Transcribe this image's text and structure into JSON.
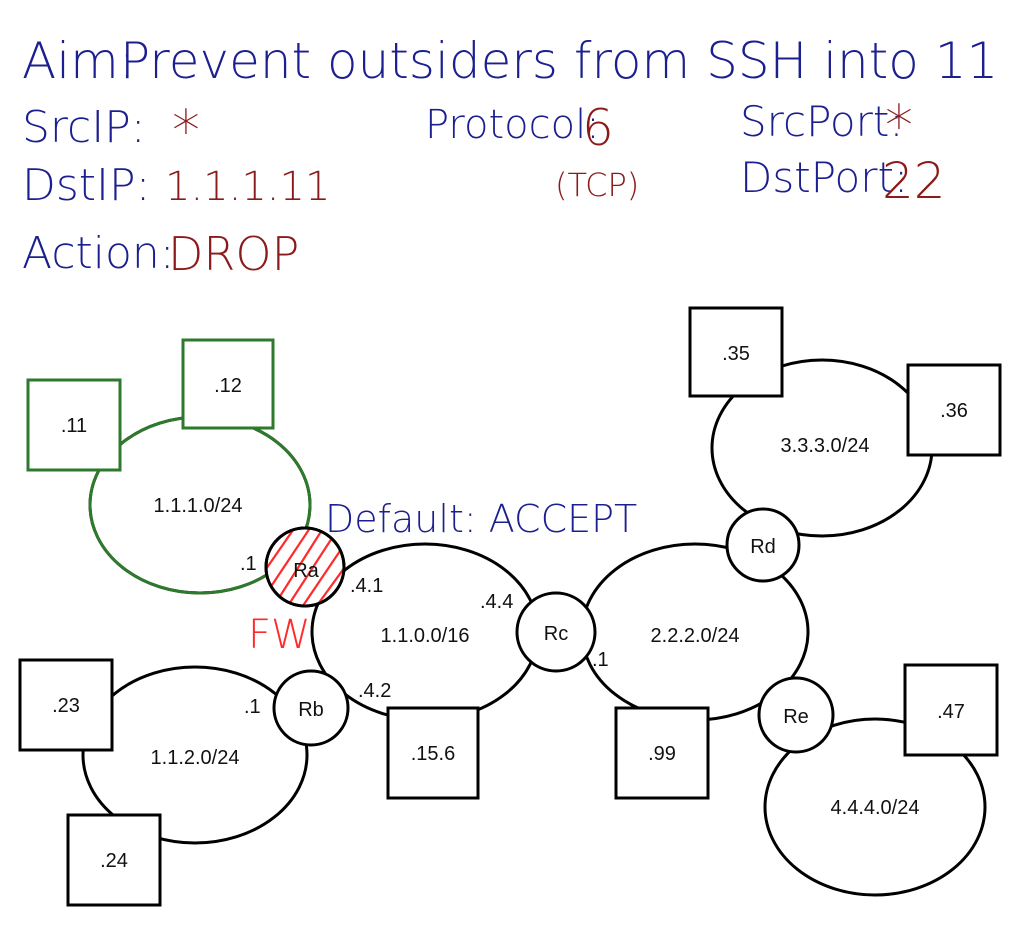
{
  "rule": {
    "aim_label": "Aim:",
    "aim_text": "Prevent outsiders from SSH into 11",
    "src_ip_label": "SrcIP:",
    "src_ip_value": "*",
    "protocol_label": "Protocol:",
    "protocol_value": "6",
    "protocol_note": "(TCP)",
    "src_port_label": "SrcPort:",
    "src_port_value": "*",
    "dst_ip_label": "DstIP:",
    "dst_ip_value": "1.1.1.11",
    "dst_port_label": "DstPort:",
    "dst_port_value": "22",
    "action_label": "Action:",
    "action_value": "DROP"
  },
  "firewall": {
    "default_label": "Default: ACCEPT",
    "fw_label": "FW"
  },
  "networks": {
    "net_1_1_1": "1.1.1.0/24",
    "net_1_1_0": "1.1.0.0/16",
    "net_1_1_2": "1.1.2.0/24",
    "net_2_2_2": "2.2.2.0/24",
    "net_3_3_3": "3.3.3.0/24",
    "net_4_4_4": "4.4.4.0/24"
  },
  "routers": {
    "ra": "Ra",
    "rb": "Rb",
    "rc": "Rc",
    "rd": "Rd",
    "re": "Re"
  },
  "hosts": {
    "h11": ".11",
    "h12": ".12",
    "h23": ".23",
    "h24": ".24",
    "h15_6": ".15.6",
    "h99": ".99",
    "h35": ".35",
    "h36": ".36",
    "h47": ".47"
  },
  "interfaces": {
    "ra_left": ".1",
    "ra_right": ".4.1",
    "rc_left": ".4.4",
    "rb_left": ".1",
    "rb_right": ".4.2",
    "rc_right": ".1"
  },
  "colors": {
    "handwriting_blue": "#1c1f8f",
    "handwriting_red": "#8b1a1a",
    "firewall_red": "#ff2a2a",
    "protected_green": "#2d7a2d"
  }
}
